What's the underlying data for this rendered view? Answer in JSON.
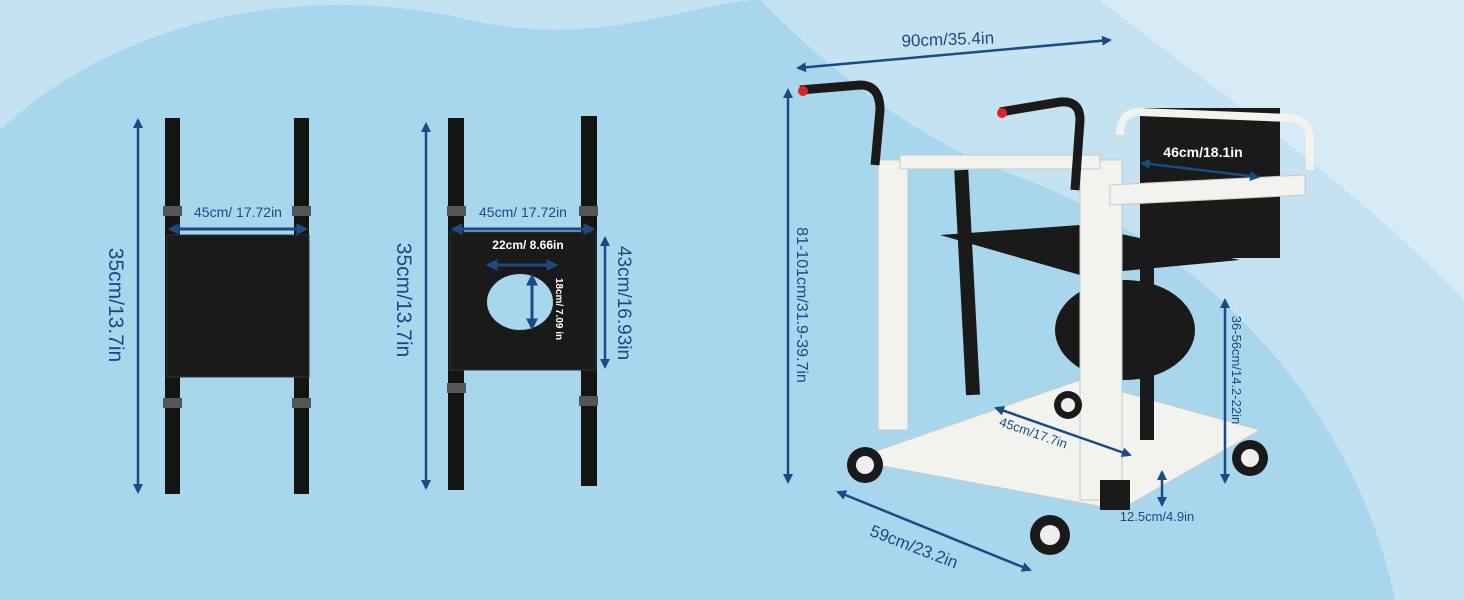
{
  "colors": {
    "background": "#a8d6ec",
    "light_wave": "#c4e2f1",
    "arrow": "#1b4a85",
    "sling": "#141414",
    "frame": "#f2f2ee"
  },
  "sling_plain": {
    "width": "45cm/ 17.72in",
    "height": "35cm/13.7in"
  },
  "sling_commode": {
    "width": "45cm/ 17.72in",
    "height": "35cm/13.7in",
    "panel_height": "43cm/16.93in",
    "hole_width": "22cm/  8.66in",
    "hole_height": "18cm/ 7.09 in"
  },
  "chair": {
    "length": "90cm/35.4in",
    "height": "81-101cm/31.9-39.7in",
    "seat_width": "46cm/18.1in",
    "seat_height": "36-56cm/14.2-22in",
    "inner_width": "45cm/17.7in",
    "ground_clearance": "12.5cm/4.9in",
    "base_depth": "59cm/23.2in"
  }
}
